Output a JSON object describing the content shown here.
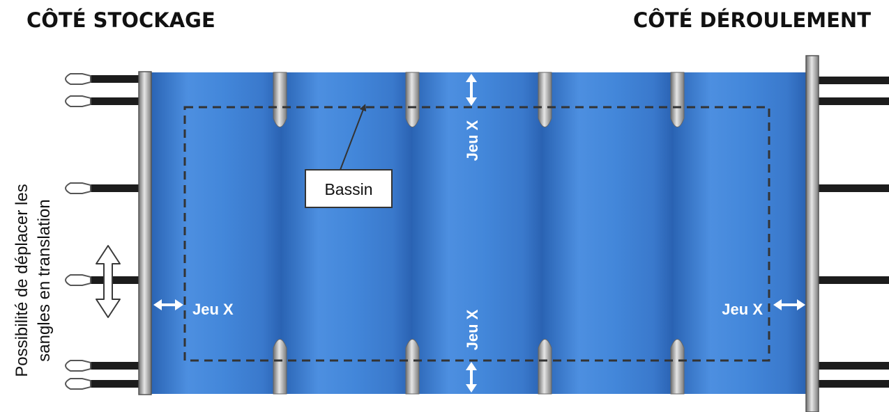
{
  "header": {
    "left_title": "CÔTÉ STOCKAGE",
    "right_title": "CÔTÉ DÉROULEMENT"
  },
  "side_note": {
    "line1": "Possibilité de déplacer les",
    "line2": "sangles en translation"
  },
  "labels": {
    "pool": "Bassin",
    "gap_top": "Jeu X",
    "gap_bottom": "Jeu X",
    "gap_left": "Jeu X",
    "gap_right": "Jeu X"
  },
  "colors": {
    "cover_blue": "#4184d8",
    "cover_fold": "#2760b0",
    "strap": "#1c1c1c",
    "bar_metal": "#9b9b9b",
    "outline_dash": "#333333",
    "gap_arrow": "#ffffff"
  }
}
